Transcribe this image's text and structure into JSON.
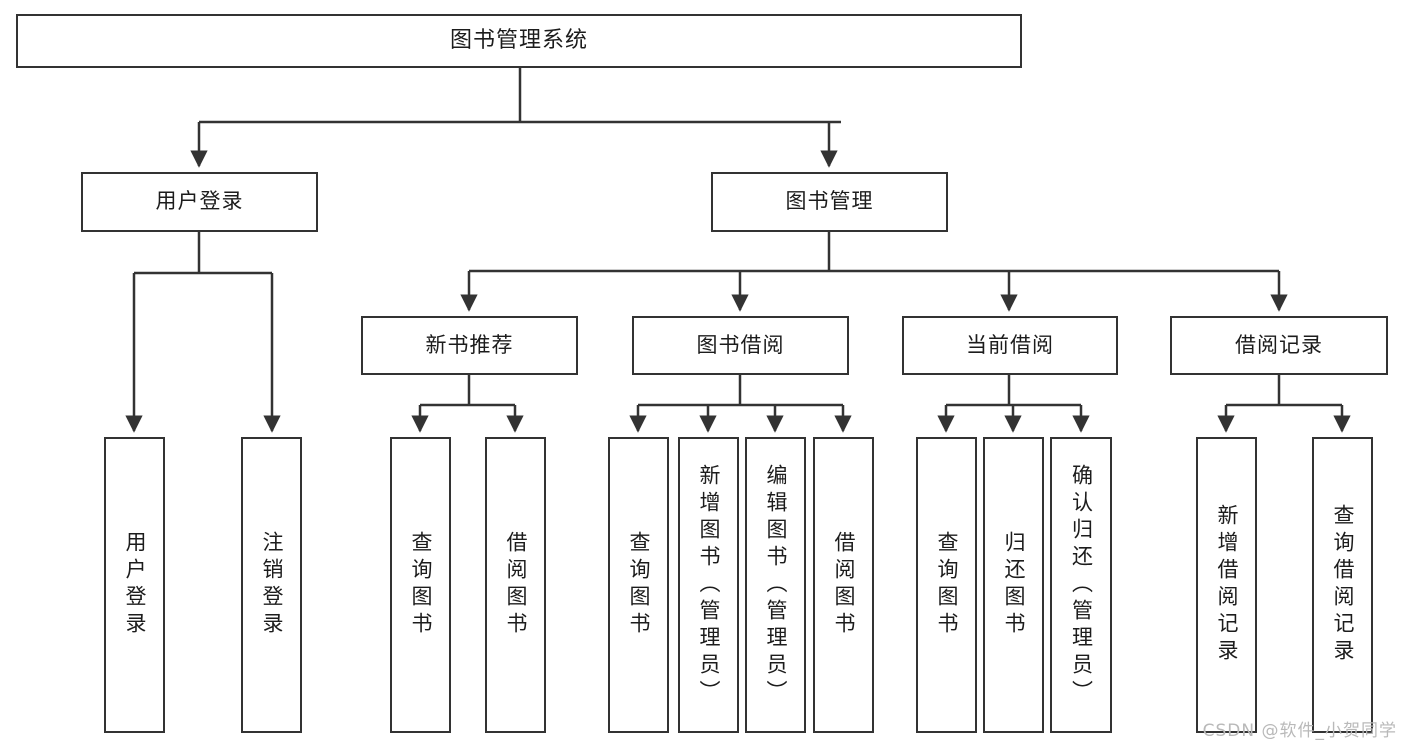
{
  "diagram": {
    "type": "tree-hierarchy",
    "title": "图书管理系统",
    "root": {
      "id": "root",
      "label": "图书管理系统",
      "orientation": "horizontal"
    },
    "level1": [
      {
        "id": "user-login",
        "label": "用户登录",
        "orientation": "horizontal"
      },
      {
        "id": "book-manage",
        "label": "图书管理",
        "orientation": "horizontal"
      }
    ],
    "level2": [
      {
        "id": "new-book-recommend",
        "label": "新书推荐",
        "parent": "book-manage",
        "orientation": "horizontal"
      },
      {
        "id": "book-borrow",
        "label": "图书借阅",
        "parent": "book-manage",
        "orientation": "horizontal"
      },
      {
        "id": "current-borrow",
        "label": "当前借阅",
        "parent": "book-manage",
        "orientation": "horizontal"
      },
      {
        "id": "borrow-record",
        "label": "借阅记录",
        "parent": "book-manage",
        "orientation": "horizontal"
      }
    ],
    "leaves": [
      {
        "id": "leaf-user-login",
        "label": "用户登录",
        "parent": "user-login",
        "orientation": "vertical"
      },
      {
        "id": "leaf-user-logout",
        "label": "注销登录",
        "parent": "user-login",
        "orientation": "vertical"
      },
      {
        "id": "leaf-query-book-1",
        "label": "查询图书",
        "parent": "new-book-recommend",
        "orientation": "vertical"
      },
      {
        "id": "leaf-borrow-book-1",
        "label": "借阅图书",
        "parent": "new-book-recommend",
        "orientation": "vertical"
      },
      {
        "id": "leaf-query-book-2",
        "label": "查询图书",
        "parent": "book-borrow",
        "orientation": "vertical"
      },
      {
        "id": "leaf-add-book",
        "label": "新增图书（管理员）",
        "parent": "book-borrow",
        "orientation": "vertical"
      },
      {
        "id": "leaf-edit-book",
        "label": "编辑图书（管理员）",
        "parent": "book-borrow",
        "orientation": "vertical"
      },
      {
        "id": "leaf-borrow-book-2",
        "label": "借阅图书",
        "parent": "book-borrow",
        "orientation": "vertical"
      },
      {
        "id": "leaf-query-book-3",
        "label": "查询图书",
        "parent": "current-borrow",
        "orientation": "vertical"
      },
      {
        "id": "leaf-return-book",
        "label": "归还图书",
        "parent": "current-borrow",
        "orientation": "vertical"
      },
      {
        "id": "leaf-confirm-return",
        "label": "确认归还（管理员）",
        "parent": "current-borrow",
        "orientation": "vertical"
      },
      {
        "id": "leaf-add-record",
        "label": "新增借阅记录",
        "parent": "borrow-record",
        "orientation": "vertical"
      },
      {
        "id": "leaf-query-record",
        "label": "查询借阅记录",
        "parent": "borrow-record",
        "orientation": "vertical"
      }
    ]
  },
  "watermark": {
    "text": "CSDN @软件_小贺同学"
  },
  "colors": {
    "stroke": "#333333",
    "text": "#1c1c1c",
    "background": "#ffffff",
    "watermark": "#b9b9b9"
  }
}
